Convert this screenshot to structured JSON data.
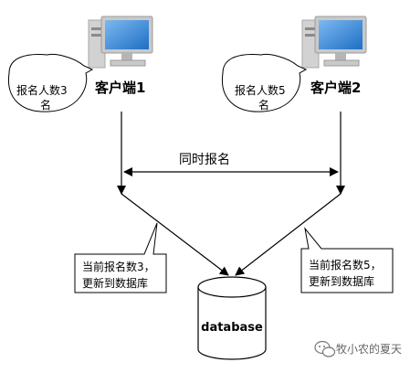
{
  "clients": [
    {
      "label": "客户端1",
      "bubble": [
        "报名人数3",
        "名"
      ],
      "icon": "desktop-computer-icon"
    },
    {
      "label": "客户端2",
      "bubble": [
        "报名人数5",
        "名"
      ],
      "icon": "desktop-computer-icon"
    }
  ],
  "sync_label": "同时报名",
  "notes": [
    {
      "lines": [
        "当前报名数3，",
        "更新到数据库"
      ]
    },
    {
      "lines": [
        "当前报名数5，",
        "更新到数据库"
      ]
    }
  ],
  "database": {
    "label": "database",
    "icon": "database-cylinder-icon"
  },
  "watermark": {
    "text": "牧小农的夏天",
    "icon": "wechat-icon"
  },
  "colors": {
    "line": "#000000",
    "pc_frame": "#b9b9b9",
    "pc_screen": "#1e6fc4",
    "pc_screen_light": "#5fa4ea",
    "watermark": "#666666"
  }
}
